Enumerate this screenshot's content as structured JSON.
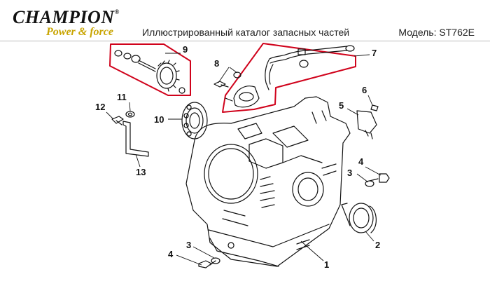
{
  "header": {
    "brand": "CHAMPION",
    "tagline": "Power & force",
    "catalog_title": "Иллюстрированный каталог запасных частей",
    "model": "Модель: ST762E"
  },
  "callouts": {
    "n1": "1",
    "n2": "2",
    "n3a": "3",
    "n3b": "3",
    "n4a": "4",
    "n4b": "4",
    "n5": "5",
    "n6": "6",
    "n7": "7",
    "n8": "8",
    "n9": "9",
    "n10": "10",
    "n11": "11",
    "n12": "12",
    "n13": "13"
  },
  "colors": {
    "highlight": "#d0021b",
    "line": "#111111"
  }
}
